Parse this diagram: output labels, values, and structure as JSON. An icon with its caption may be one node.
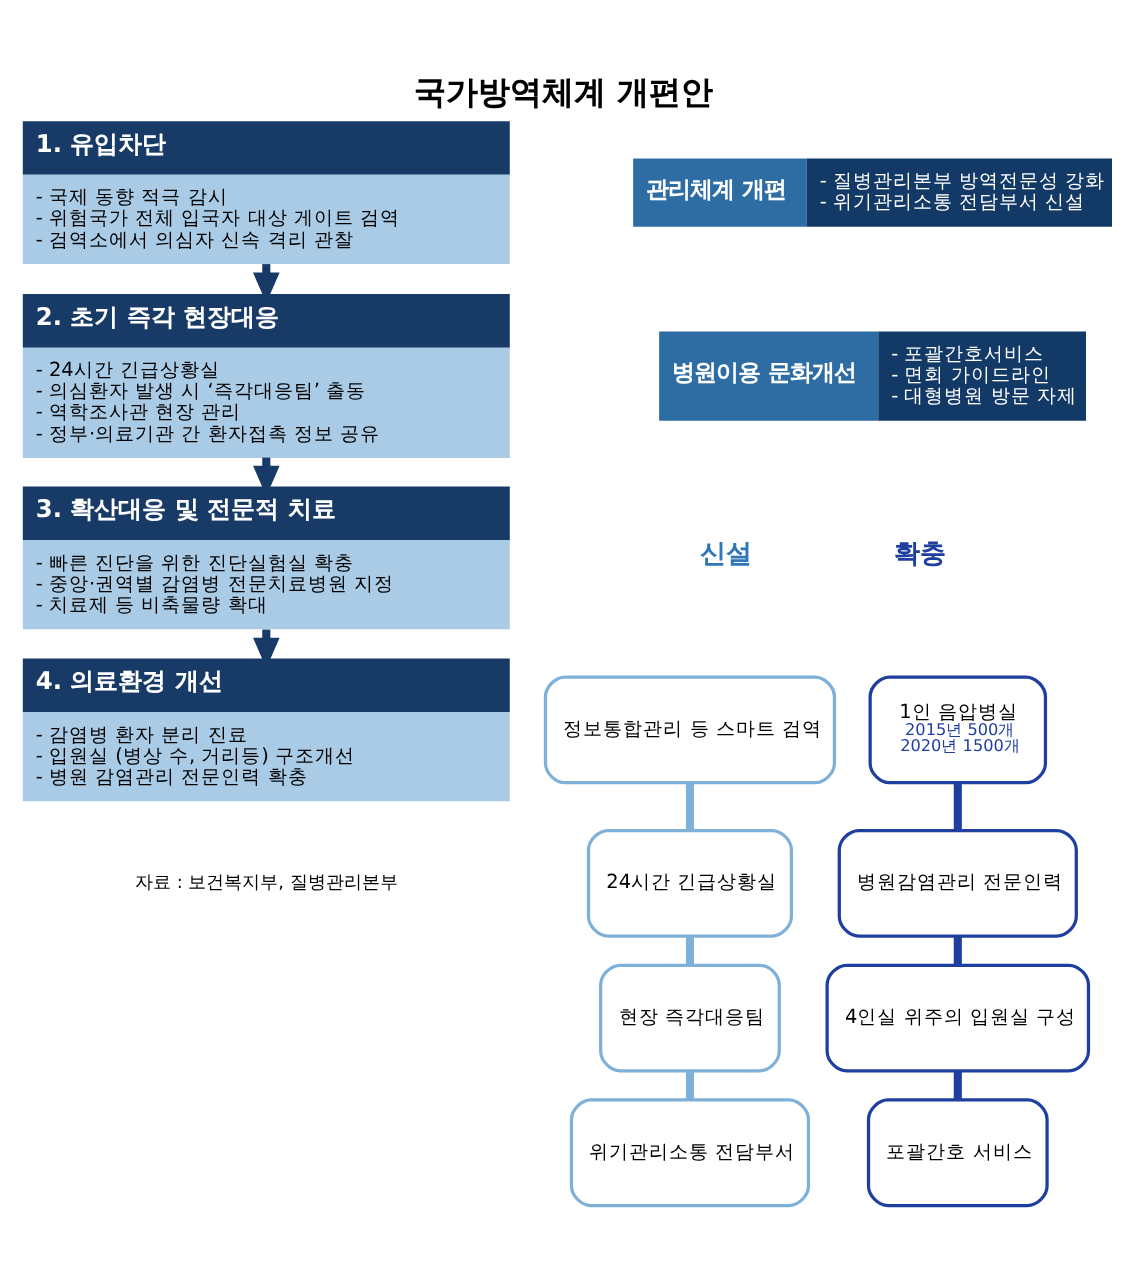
{
  "diagram": {
    "title": "국가방역체계 개편안",
    "caption": "자료 : 보건복지부, 질병관리본부",
    "nodes": [
      {
        "text": [
          "1. 유입차단",
          "- 국제 동향 적극 감시",
          "- 위험국가 전체 입국자 대상 게이트 검역",
          "- 검역소에서 의심자 신속 격리 관찰"
        ]
      },
      {
        "text": [
          "2. 초기 즉각 현장대응",
          "- 24시간 긴급상황실",
          "- 의심환자 발생 시 ‘즉각대응팀’ 출동",
          "- 역학조사관 현장 관리",
          "- 정부·의료기관 간 환자접촉 정보 공유"
        ]
      },
      {
        "text": [
          "3. 확산대응 및 전문적 치료",
          "- 빠른 진단을 위한 진단실험실 확충",
          "- 중앙·권역별 감염병 전문치료병원 지정",
          "- 치료제 등 비축물량 확대"
        ]
      },
      {
        "text": [
          "4. 의료환경 개선",
          "- 감염병 환자 분리 진료",
          "- 입원실 (병상 수, 거리등) 구조개선",
          "- 병원 감염관리 전문인력 확충"
        ]
      },
      {
        "text": [
          "관리체계 개편",
          "- 질병관리본부 방역전문성 강화",
          "- 위기관리소통 전담부서 신설"
        ]
      },
      {
        "text": [
          "병원이용 문화개선",
          "- 포괄간호서비스",
          "- 면회 가이드라인",
          "- 대형병원 방문 자제"
        ]
      },
      {
        "text": [
          "정보통합관리 등 스마트 검역"
        ]
      },
      {
        "text": [
          "24시간 긴급상황실"
        ]
      },
      {
        "text": [
          "현장 즉각대응팀"
        ]
      },
      {
        "text": [
          "위기관리소통 전담부서"
        ]
      },
      {
        "text": [
          "1인 음압병실",
          "2015년 500개",
          "2020년 1500개"
        ]
      },
      {
        "text": [
          "병원감염관리 전문인력"
        ]
      },
      {
        "text": [
          "4인실 위주의 입원실 구성"
        ]
      },
      {
        "text": [
          "포괄간호 서비스"
        ]
      }
    ],
    "edges": [
      {
        "from": 0,
        "to": 1,
        "arrow": "to"
      },
      {
        "from": 1,
        "to": 2,
        "arrow": "to"
      },
      {
        "from": 2,
        "to": 3,
        "arrow": "to"
      },
      {
        "from": 6,
        "to": 7,
        "arrow": "none",
        "color": "#7fb0d8"
      },
      {
        "from": 7,
        "to": 8,
        "arrow": "none",
        "color": "#7fb0d8"
      },
      {
        "from": 8,
        "to": 9,
        "arrow": "none",
        "color": "#7fb0d8"
      },
      {
        "from": 10,
        "to": 11,
        "arrow": "none",
        "color": "#1f3fa0"
      },
      {
        "from": 11,
        "to": 12,
        "arrow": "none",
        "color": "#1f3fa0"
      },
      {
        "from": 12,
        "to": 13,
        "arrow": "none",
        "color": "#1f3fa0"
      }
    ],
    "labels": [
      "신설",
      "확충"
    ]
  }
}
